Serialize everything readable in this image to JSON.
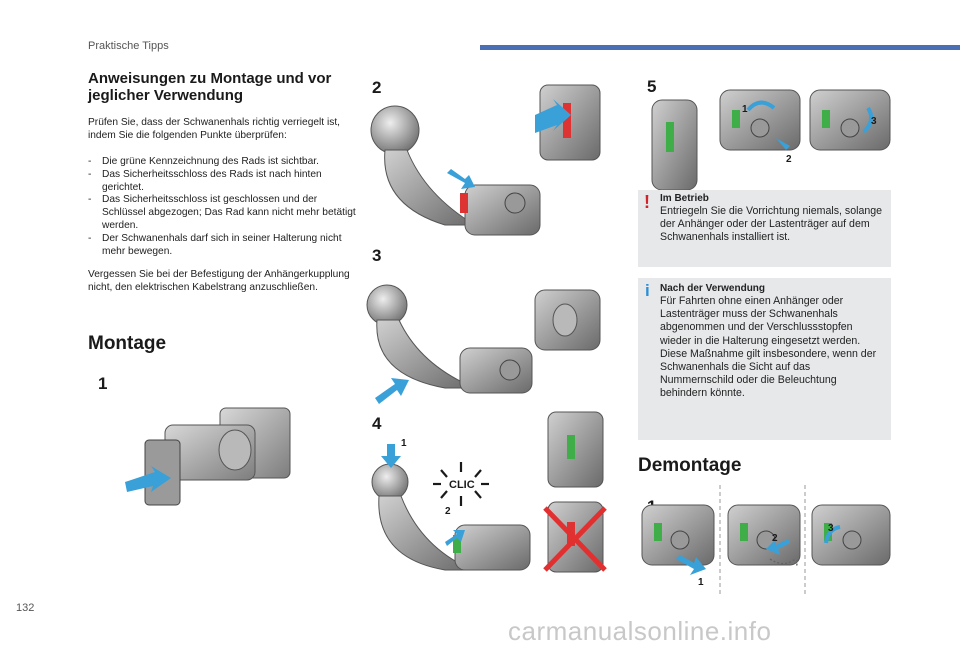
{
  "header": {
    "section_label": "Praktische Tipps"
  },
  "instructions": {
    "title": "Anweisungen zu Montage und vor jeglicher Verwendung",
    "intro": "Prüfen Sie, dass der Schwanenhals richtig verriegelt ist, indem Sie die folgenden Punkte überprüfen:",
    "checks": [
      "Die grüne Kennzeichnung des Rads ist sichtbar.",
      "Das Sicherheitsschloss des Rads ist nach hinten gerichtet.",
      "Das Sicherheitsschloss ist geschlossen und der Schlüssel abgezogen; Das Rad kann nicht mehr betätigt werden.",
      "Der Schwanenhals darf sich in seiner Halterung nicht mehr bewegen."
    ],
    "dash": "-",
    "outro": "Vergessen Sie bei der Befestigung der Anhängerkupplung nicht, den elektrischen Kabelstrang anzuschließen."
  },
  "montage": {
    "title": "Montage",
    "steps": [
      "1",
      "2",
      "3",
      "4",
      "5"
    ],
    "callouts": {
      "step4_a": "1",
      "step4_b": "2",
      "clic": "CLIC",
      "step5_a": "1",
      "step5_b": "2",
      "step5_c": "3"
    }
  },
  "warning_note": {
    "mark": "!",
    "title": "Im Betrieb",
    "text": "Entriegeln Sie die Vorrichtung niemals, solange der Anhänger oder der Lastenträger auf dem Schwanenhals installiert ist."
  },
  "info_note": {
    "mark": "i",
    "title": "Nach der Verwendung",
    "text": "Für Fahrten ohne einen Anhänger oder Lastenträger muss der Schwanenhals abgenommen und der Verschlussstopfen wieder in die Halterung eingesetzt werden. Diese Maßnahme gilt insbesondere, wenn der Schwanenhals die Sicht auf das Nummernschild oder die Beleuchtung behindern könnte."
  },
  "demontage": {
    "title": "Demontage",
    "step": "1",
    "callouts": {
      "a": "1",
      "b": "2",
      "c": "3"
    }
  },
  "footer": {
    "page_number": "132",
    "watermark": "carmanualsonline.info"
  },
  "colors": {
    "accent_bar": "#4a6fb5",
    "warning": "#d0232a",
    "info": "#2b8fd6",
    "note_bg": "#e6e8ea",
    "arrow": "#3aa0d8",
    "lock_green": "#3fae49",
    "lock_red": "#d33"
  }
}
